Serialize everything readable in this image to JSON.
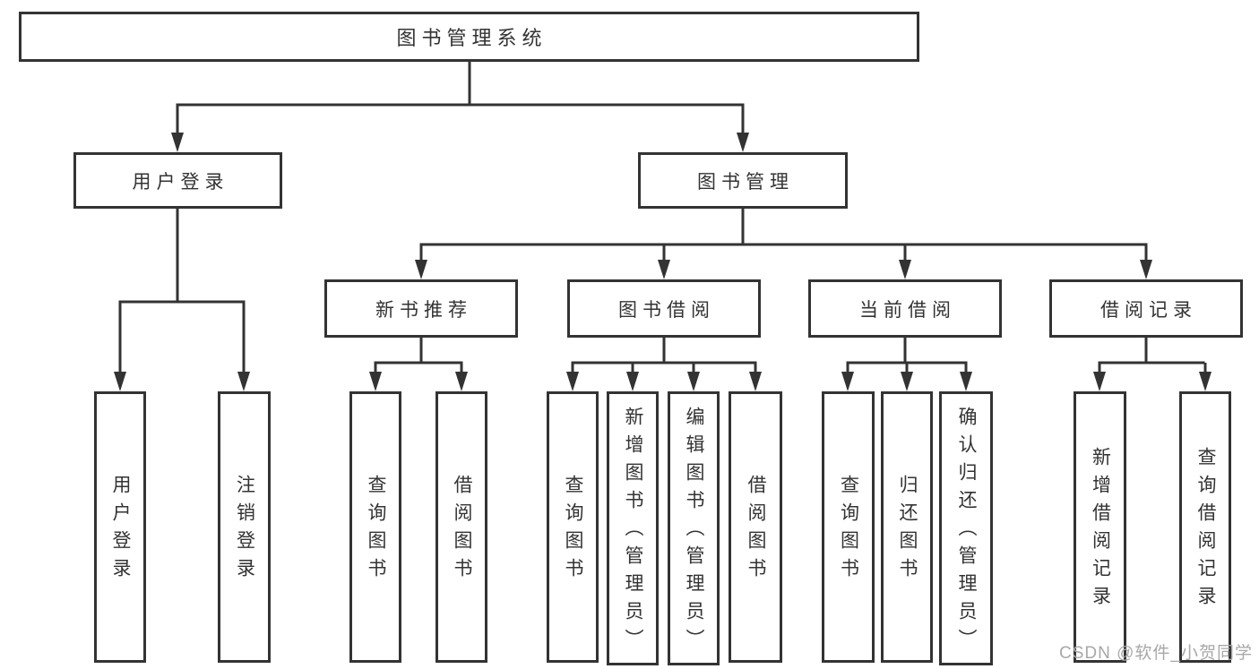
{
  "root": {
    "label": "图书管理系统"
  },
  "branches": [
    {
      "label": "用户登录",
      "children": [
        {
          "label": "用户登录"
        },
        {
          "label": "注销登录"
        }
      ]
    },
    {
      "label": "图书管理",
      "children": [
        {
          "label": "新书推荐",
          "children": [
            {
              "label": "查询图书"
            },
            {
              "label": "借阅图书"
            }
          ]
        },
        {
          "label": "图书借阅",
          "children": [
            {
              "label": "查询图书"
            },
            {
              "label": "新增图书（管理员）"
            },
            {
              "label": "编辑图书（管理员）"
            },
            {
              "label": "借阅图书"
            }
          ]
        },
        {
          "label": "当前借阅",
          "children": [
            {
              "label": "查询图书"
            },
            {
              "label": "归还图书"
            },
            {
              "label": "确认归还（管理员）"
            }
          ]
        },
        {
          "label": "借阅记录",
          "children": [
            {
              "label": "新增借阅记录"
            },
            {
              "label": "查询借阅记录"
            }
          ]
        }
      ]
    }
  ],
  "watermark": "CSDN @软件_小贺同学",
  "colors": {
    "line": "#333333",
    "text": "#333333",
    "watermark": "#a8a8a8",
    "background": "#ffffff"
  }
}
